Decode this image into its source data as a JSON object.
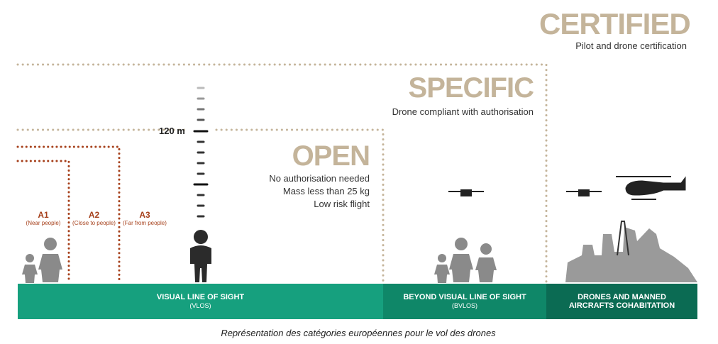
{
  "certified": {
    "title": "CERTIFIED",
    "subtitle": "Pilot and drone certification"
  },
  "specific": {
    "title": "SPECIFIC",
    "subtitle": "Drone compliant with authorisation"
  },
  "open": {
    "title": "OPEN",
    "lines": [
      "No authorisation needed",
      "Mass less than 25 kg",
      "Low risk flight"
    ]
  },
  "altitude_label": "120 m",
  "zones": [
    {
      "code": "A1",
      "desc": "(Near people)"
    },
    {
      "code": "A2",
      "desc": "(Close to people)"
    },
    {
      "code": "A3",
      "desc": "(Far from people)"
    }
  ],
  "ground": {
    "vlos": {
      "title": "VISUAL LINE OF SIGHT",
      "abbr": "(VLOS)"
    },
    "bvlos": {
      "title": "BEYOND VISUAL LINE OF SIGHT",
      "abbr": "(BVLOS)"
    },
    "cohab": {
      "line1": "DRONES AND MANNED",
      "line2": "AIRCRAFTS COHABITATION"
    }
  },
  "caption": "Représentation des catégories européennes pour le vol des drones",
  "colors": {
    "tan": "#c4b49a",
    "brown": "#a6401b",
    "vlos": "#16a07e",
    "bvlos": "#0f8768",
    "cohab": "#0b6b53"
  }
}
